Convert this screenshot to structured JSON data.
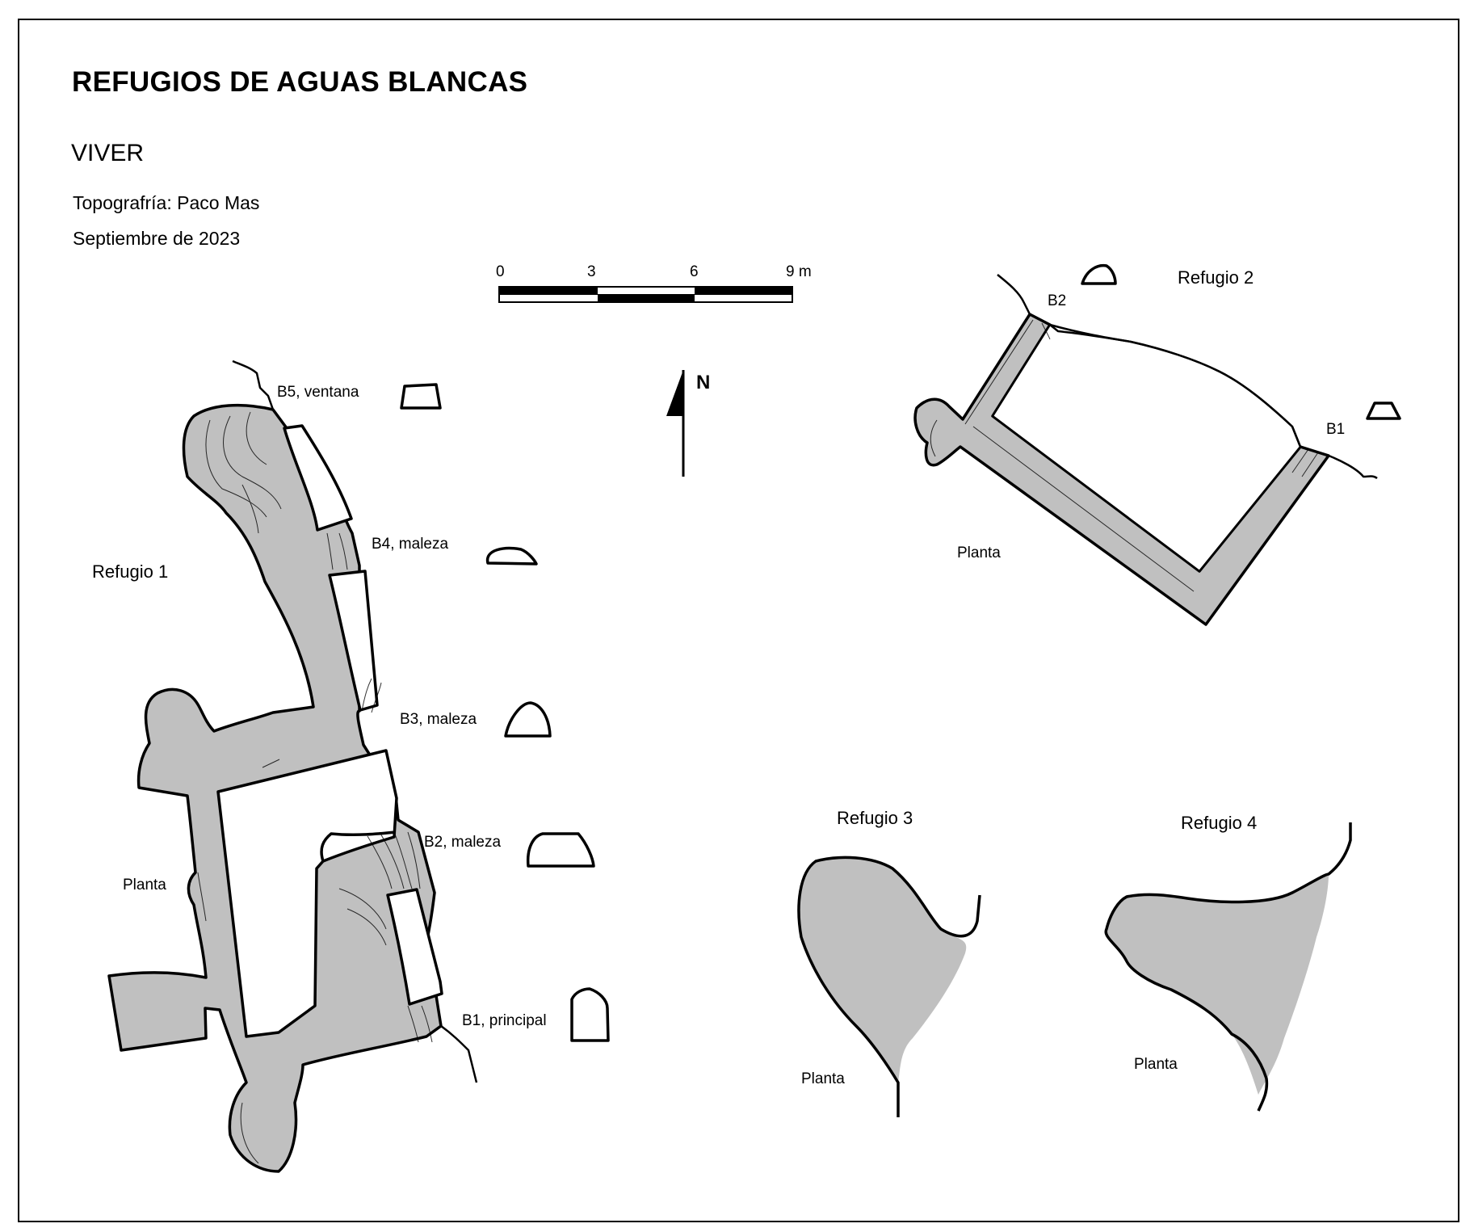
{
  "title": "REFUGIOS DE AGUAS BLANCAS",
  "subtitle": "VIVER",
  "credits": {
    "topography": "Topografría: Paco Mas",
    "date": "Septiembre de 2023"
  },
  "scale_bar": {
    "ticks": [
      "0",
      "3",
      "6",
      "9 m"
    ]
  },
  "north_arrow": {
    "label": "N"
  },
  "colors": {
    "fill": "#c0c0c0",
    "line": "#000000",
    "background": "#ffffff"
  },
  "refugio1": {
    "name": "Refugio 1",
    "view": "Planta",
    "entrances": [
      "B5, ventana",
      "B4, maleza",
      "B3, maleza",
      "B2, maleza",
      "B1, principal"
    ]
  },
  "refugio2": {
    "name": "Refugio 2",
    "view": "Planta",
    "entrances": [
      "B2",
      "B1"
    ]
  },
  "refugio3": {
    "name": "Refugio 3",
    "view": "Planta"
  },
  "refugio4": {
    "name": "Refugio 4",
    "view": "Planta"
  }
}
